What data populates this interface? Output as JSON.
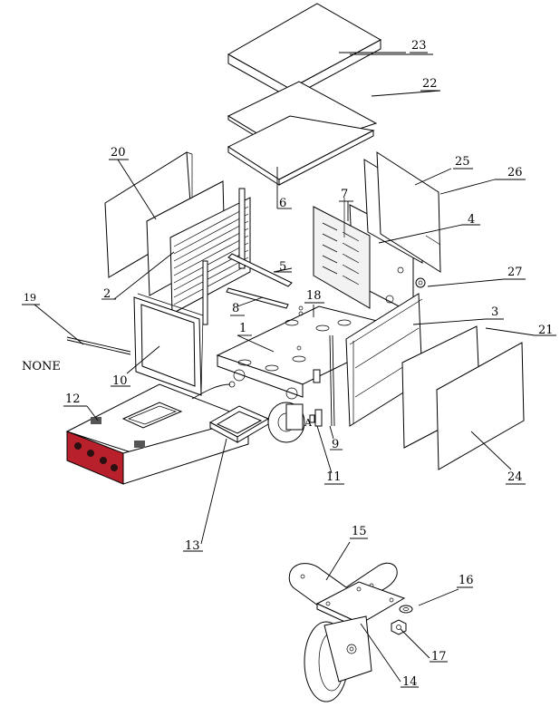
{
  "diagram": {
    "callouts": [
      {
        "id": "c1",
        "text": "1"
      },
      {
        "id": "c2",
        "text": "2"
      },
      {
        "id": "c3",
        "text": "3"
      },
      {
        "id": "c4",
        "text": "4"
      },
      {
        "id": "c5",
        "text": "5"
      },
      {
        "id": "c6",
        "text": "6"
      },
      {
        "id": "c7",
        "text": "7"
      },
      {
        "id": "c8",
        "text": "8"
      },
      {
        "id": "c9",
        "text": "9"
      },
      {
        "id": "c10",
        "text": "10"
      },
      {
        "id": "c11",
        "text": "11"
      },
      {
        "id": "c12",
        "text": "12"
      },
      {
        "id": "c13",
        "text": "13"
      },
      {
        "id": "c14",
        "text": "14"
      },
      {
        "id": "c15",
        "text": "15"
      },
      {
        "id": "c16",
        "text": "16"
      },
      {
        "id": "c17",
        "text": "17"
      },
      {
        "id": "c18",
        "text": "18"
      },
      {
        "id": "c19",
        "text": "19"
      },
      {
        "id": "c20",
        "text": "20"
      },
      {
        "id": "c21",
        "text": "21"
      },
      {
        "id": "c22",
        "text": "22"
      },
      {
        "id": "c23",
        "text": "23"
      },
      {
        "id": "c24",
        "text": "24"
      },
      {
        "id": "c25",
        "text": "25"
      },
      {
        "id": "c26",
        "text": "26"
      },
      {
        "id": "c27",
        "text": "27"
      }
    ],
    "none_label": "NONE",
    "detail_marker": "A"
  }
}
